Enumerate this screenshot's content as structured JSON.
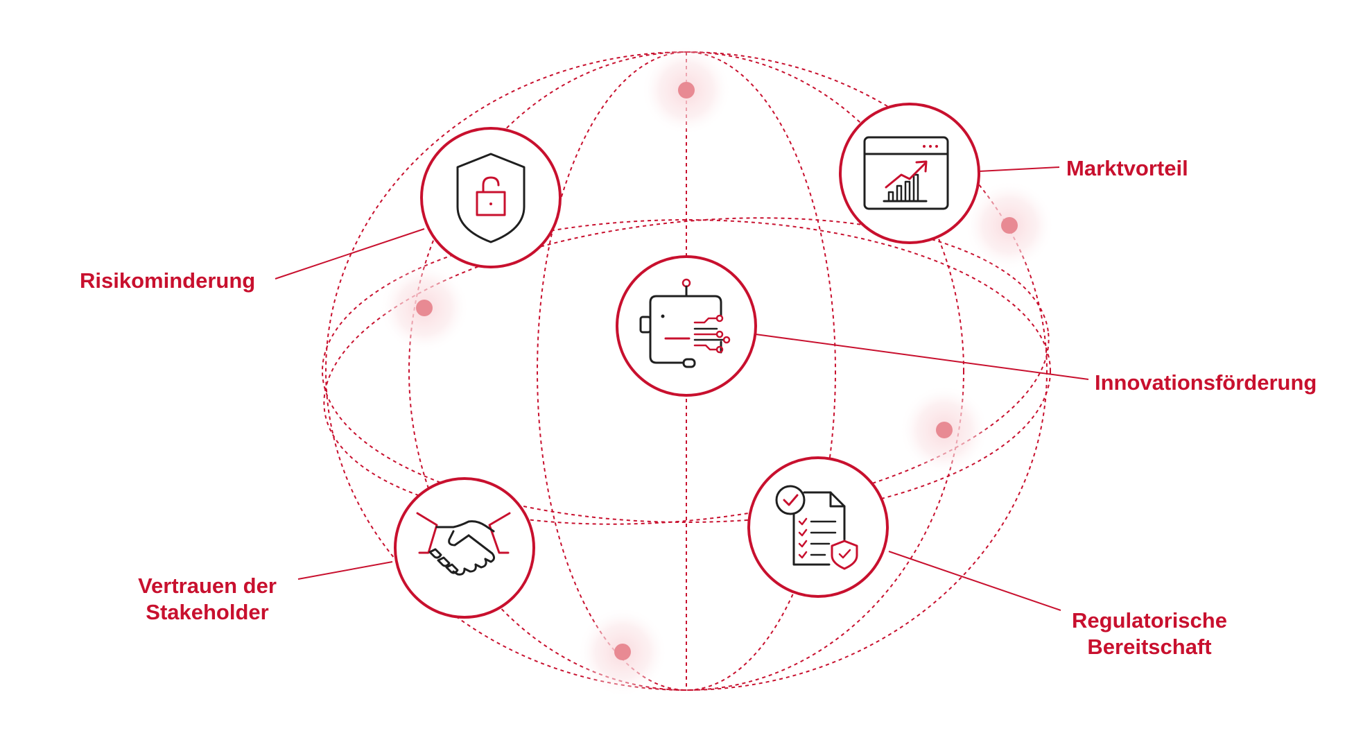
{
  "colors": {
    "accent": "#c8102e",
    "dot": "#e88a93",
    "glow": "#fbe4e7",
    "icon_stroke": "#1f1f1f"
  },
  "labels": {
    "risk": "Risikominderung",
    "market": "Marktvorteil",
    "innovation": "Innovationsförderung",
    "trust_line1": "Vertrauen der",
    "trust_line2": "Stakeholder",
    "regulatory_line1": "Regulatorische",
    "regulatory_line2": "Bereitschaft"
  },
  "nodes": [
    {
      "id": "risk",
      "icon": "shield-lock-icon"
    },
    {
      "id": "market",
      "icon": "chart-window-icon"
    },
    {
      "id": "innovation",
      "icon": "robot-circuit-icon"
    },
    {
      "id": "trust",
      "icon": "handshake-icon"
    },
    {
      "id": "regulatory",
      "icon": "checklist-document-icon"
    }
  ]
}
